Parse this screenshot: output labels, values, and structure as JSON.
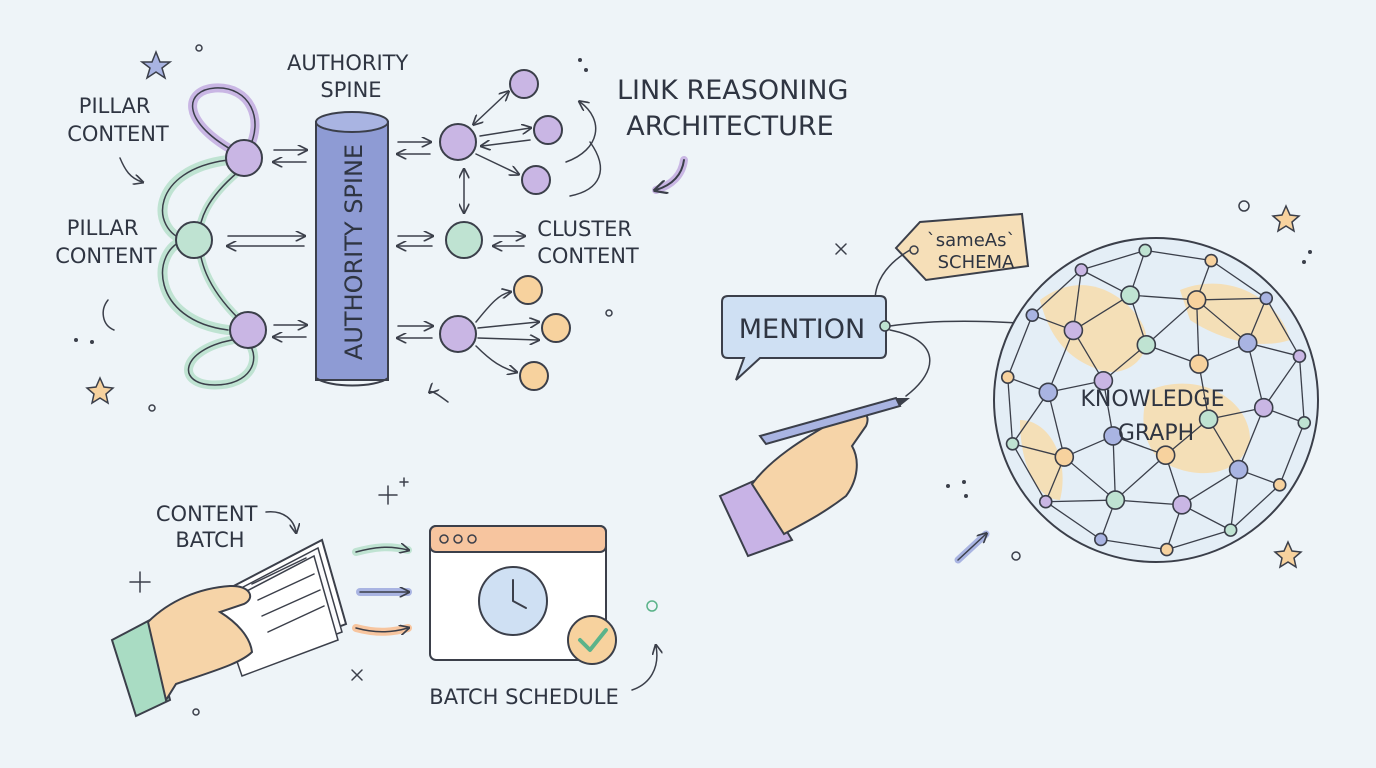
{
  "labels": {
    "pillar_content_top": [
      "PILLAR",
      "CONTENT"
    ],
    "pillar_content_mid": [
      "PILLAR",
      "CONTENT"
    ],
    "authority_spine_title": [
      "AUTHORITY",
      "SPINE"
    ],
    "authority_spine_body": "AUTHORITY SPINE",
    "link_reasoning": [
      "LINK REASONING",
      "ARCHITECTURE"
    ],
    "cluster_content": [
      "CLUSTER",
      "CONTENT"
    ],
    "content_batch": [
      "CONTENT",
      "BATCH"
    ],
    "batch_schedule": "BATCH SCHEDULE",
    "mention": "MENTION",
    "sameas_tag": [
      "`sameAs`",
      "SCHEMA"
    ],
    "knowledge_graph": [
      "KNOWLEDGE",
      "GRAPH"
    ]
  },
  "colors": {
    "background": "#eef4f8",
    "lavender": "#c9b6e4",
    "mint": "#bfe3d2",
    "peach": "#f7d29e",
    "spine_blue": "#8e9bd4",
    "tag_beige": "#f6dfb8",
    "bubble_blue": "#cfe0f3",
    "skin": "#f6d4a8",
    "sleeve_purple": "#c8b3e6",
    "sleeve_mint": "#a9dcc3"
  }
}
